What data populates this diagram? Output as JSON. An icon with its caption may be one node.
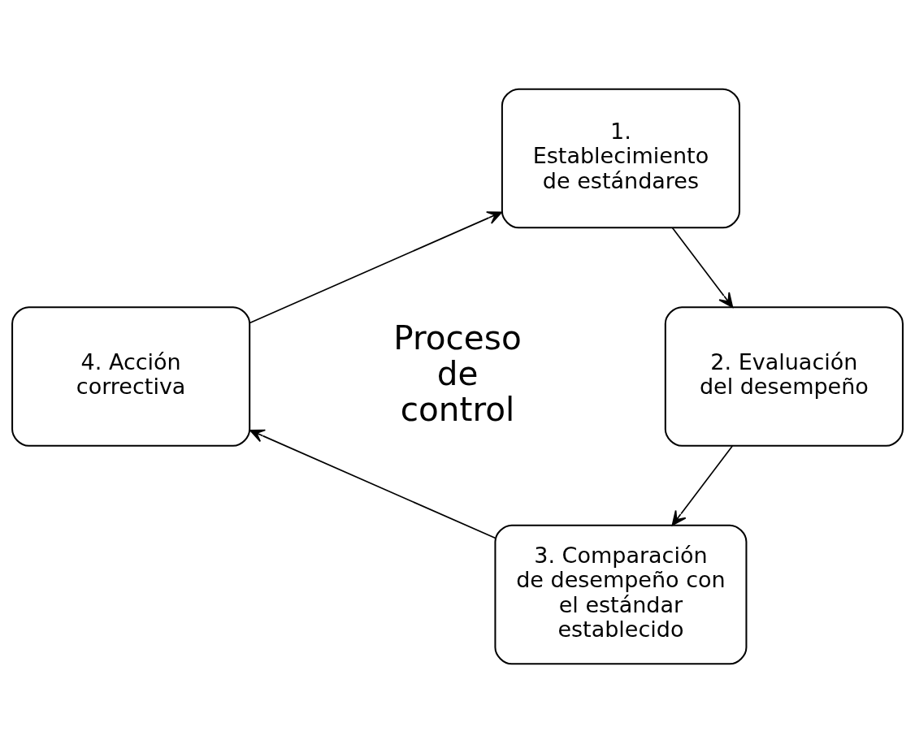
{
  "diagram": {
    "nodes": [
      {
        "text": [
          "1. Establecimiento de estándares"
        ]
      },
      {
        "text": [
          "2. Evaluación del desempeño"
        ]
      },
      {
        "text": [
          "3. Comparación de desempeño con el estándar establecido"
        ]
      },
      {
        "text": [
          "4. Acción correctiva"
        ]
      }
    ],
    "edges": [
      {
        "from": 0,
        "to": 1,
        "arrow": "to"
      },
      {
        "from": 1,
        "to": 2,
        "arrow": "to"
      },
      {
        "from": 2,
        "to": 3,
        "arrow": "to"
      },
      {
        "from": 3,
        "to": 0,
        "arrow": "to"
      }
    ],
    "labels": [
      "Proceso de control"
    ]
  }
}
